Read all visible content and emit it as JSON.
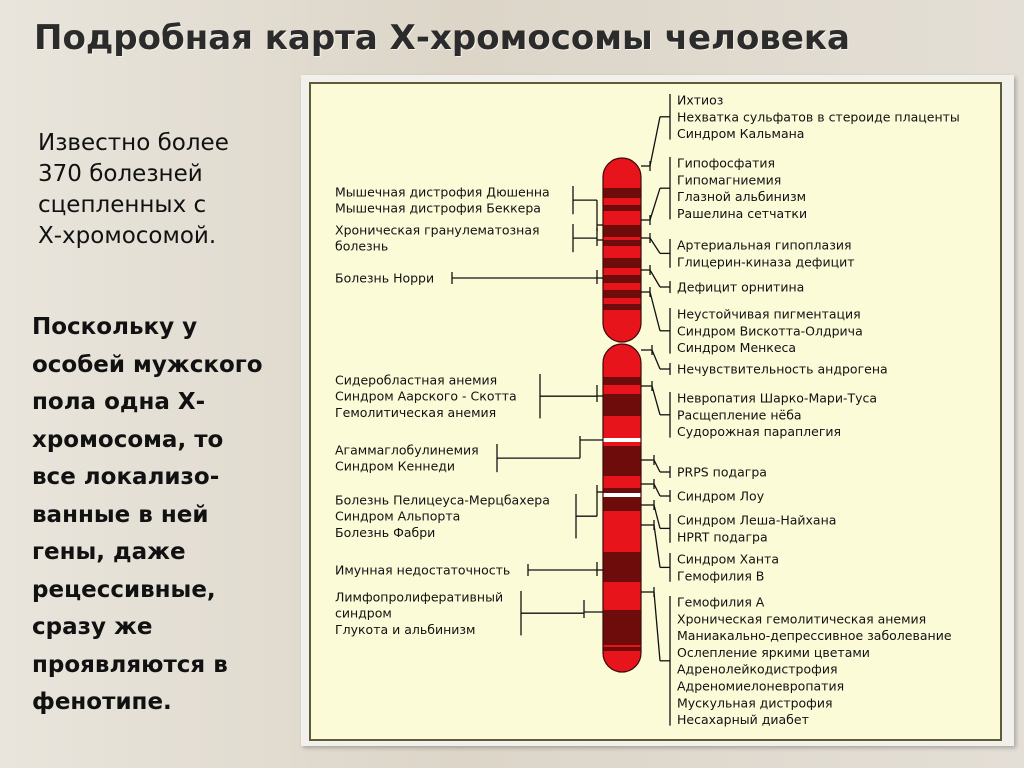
{
  "slide": {
    "title": "Подробная карта Х-хромосомы человека",
    "intro": "Известно более\n370 болезней\nсцепленных с\nХ-хромосомой.",
    "explanation": "Поскольку у\nособей мужского\nпола одна Х-\nхромосома, то\nвсе локализо-\nванные в ней\nгены, даже\nрецессивные,\nсразу же\nпроявляются в\nфенотипе."
  },
  "diagram": {
    "colors": {
      "chromosome_red": "#e8141c",
      "band_dark": "#6e0c0c",
      "band_white": "#ffffff",
      "outline": "#3b0a0a",
      "lines": "#111111"
    },
    "left_groups": [
      {
        "labels": [
          "Мышечная дистрофия Дюшенна",
          "Мышечная дистрофия Беккера"
        ]
      },
      {
        "labels": [
          "Хроническая гранулематозная",
          "болезнь"
        ]
      },
      {
        "labels": [
          "Болезнь Норри"
        ]
      },
      {
        "labels": [
          "Сидеробластная анемия",
          "Синдром Аарского - Скотта",
          "Гемолитическая анемия"
        ]
      },
      {
        "labels": [
          "Агаммаглобулинемия",
          "Синдром Кеннеди"
        ]
      },
      {
        "labels": [
          "Болезнь Пелицеуса-Мерцбахера",
          "Синдром Альпорта",
          "Болезнь Фабри"
        ]
      },
      {
        "labels": [
          "Имунная недостаточность"
        ]
      },
      {
        "labels": [
          "Лимфопролиферативный",
          "синдром",
          "Глукота и альбинизм"
        ]
      }
    ],
    "right_groups": [
      {
        "labels": [
          "Ихтиоз",
          "Нехватка сульфатов в стероиде плаценты",
          "Синдром Кальмана"
        ]
      },
      {
        "labels": [
          "Гипофосфатия",
          "Гипомагниемия",
          "Глазной альбинизм",
          "Рашелина сетчатки"
        ]
      },
      {
        "labels": [
          "Артериальная гипоплазия",
          "Глицерин-киназа дефицит"
        ]
      },
      {
        "labels": [
          "Дефицит орнитина"
        ]
      },
      {
        "labels": [
          "Неустойчивая пигментация",
          "Синдром Вискотта-Олдрича",
          "Синдром Менкеса"
        ]
      },
      {
        "labels": [
          "Нечувствительность андрогена"
        ]
      },
      {
        "labels": [
          "Невропатия Шарко-Мари-Туса",
          "Расщепление нёба",
          "Судорожная параплегия"
        ]
      },
      {
        "labels": [
          "PRPS подагра"
        ]
      },
      {
        "labels": [
          "Синдром Лоу"
        ]
      },
      {
        "labels": [
          "Синдром Леша-Найхана",
          "HPRT подагра"
        ]
      },
      {
        "labels": [
          "Синдром Ханта",
          "Гемофилия В"
        ]
      },
      {
        "labels": [
          "Гемофилия А",
          "Хроническая гемолитическая анемия",
          "Маниакально-депрессивное заболевание",
          "Ослепление яркими цветами",
          "Адренолейкодистрофия",
          "Адреномиелоневропатия",
          "Мускульная дистрофия",
          "Несахарный диабет"
        ]
      }
    ]
  }
}
